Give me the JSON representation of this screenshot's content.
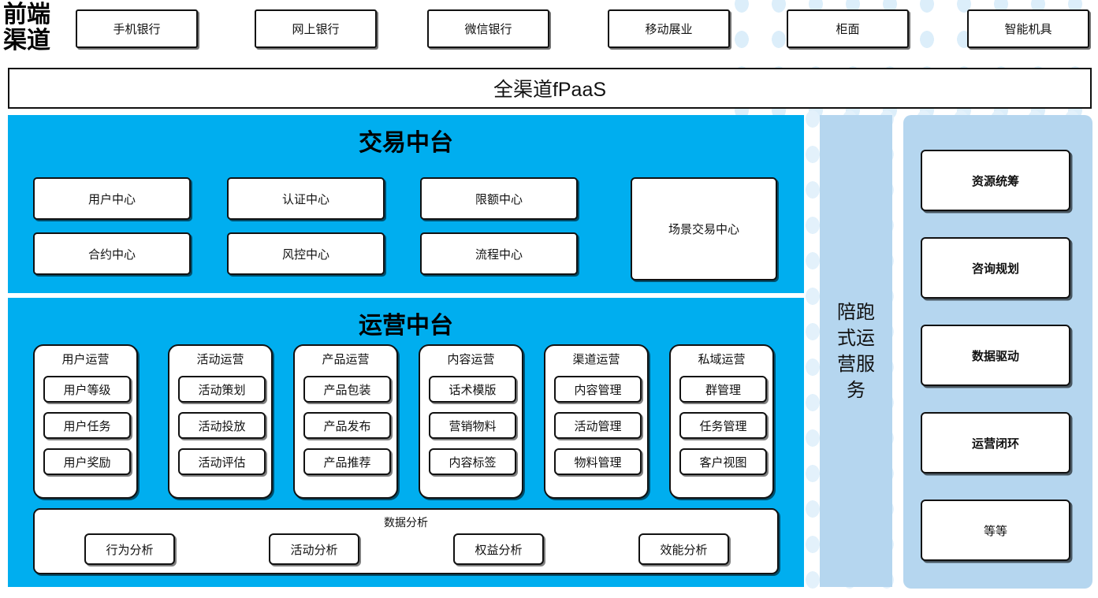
{
  "colors": {
    "cyan_panel": "#00AEEF",
    "light_blue_panel": "#b5d6ef",
    "dot_decoration": "#dceefa",
    "border": "#111111",
    "box_fill": "#ffffff"
  },
  "header": {
    "front_channel_label_line1": "前端",
    "front_channel_label_line2": "渠道",
    "channels": [
      {
        "label": "手机银行"
      },
      {
        "label": "网上银行"
      },
      {
        "label": "微信银行"
      },
      {
        "label": "移动展业"
      },
      {
        "label": "柜面"
      },
      {
        "label": "智能机具"
      }
    ],
    "platform_bar": "全渠道fPaaS"
  },
  "trade_platform": {
    "title": "交易中台",
    "left_boxes": [
      {
        "label": "用户中心"
      },
      {
        "label": "认证中心"
      },
      {
        "label": "限额中心"
      },
      {
        "label": "合约中心"
      },
      {
        "label": "风控中心"
      },
      {
        "label": "流程中心"
      }
    ],
    "big_box": {
      "label": "场景交易中心"
    }
  },
  "ops_platform": {
    "title": "运营中台",
    "groups": [
      {
        "title": "用户运营",
        "items": [
          "用户等级",
          "用户任务",
          "用户奖励"
        ]
      },
      {
        "title": "活动运营",
        "items": [
          "活动策划",
          "活动投放",
          "活动评估"
        ]
      },
      {
        "title": "产品运营",
        "items": [
          "产品包装",
          "产品发布",
          "产品推荐"
        ]
      },
      {
        "title": "内容运营",
        "items": [
          "话术模版",
          "营销物料",
          "内容标签"
        ]
      },
      {
        "title": "渠道运营",
        "items": [
          "内容管理",
          "活动管理",
          "物料管理"
        ]
      },
      {
        "title": "私域运营",
        "items": [
          "群管理",
          "任务管理",
          "客户视图"
        ]
      }
    ],
    "analysis": {
      "title": "数据分析",
      "items": [
        "行为分析",
        "活动分析",
        "权益分析",
        "效能分析"
      ]
    }
  },
  "service_column": {
    "label": "陪跑式运营服务"
  },
  "right_column": {
    "cards": [
      {
        "label": "资源统筹",
        "bold": true
      },
      {
        "label": "咨询规划",
        "bold": true
      },
      {
        "label": "数据驱动",
        "bold": true
      },
      {
        "label": "运营闭环",
        "bold": true
      },
      {
        "label": "等等",
        "bold": false
      }
    ]
  }
}
